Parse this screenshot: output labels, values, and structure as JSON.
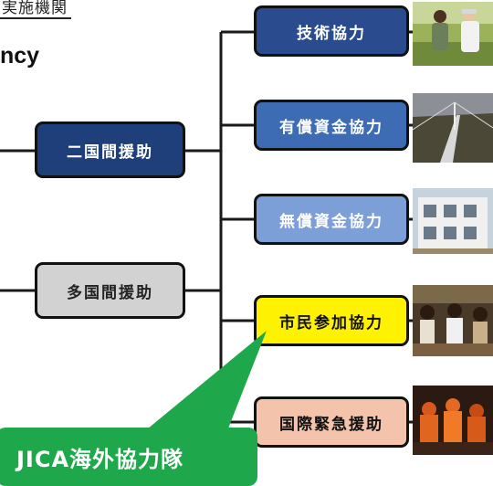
{
  "header": {
    "top_label": "実施機関",
    "agency_fragment": "ncy"
  },
  "center_nodes": {
    "bilateral": "二国間援助",
    "multilateral": "多国間援助"
  },
  "branches": [
    {
      "id": "technical",
      "label": "技術協力",
      "fill": "#2a4c8f",
      "text_color": "#ffffff"
    },
    {
      "id": "loan",
      "label": "有償資金協力",
      "fill": "#3d6cb5",
      "text_color": "#ffffff"
    },
    {
      "id": "grant",
      "label": "無償資金協力",
      "fill": "#7c9fd8",
      "text_color": "#ffffff"
    },
    {
      "id": "citizen",
      "label": "市民参加協力",
      "fill": "#fff200",
      "text_color": "#111111"
    },
    {
      "id": "emergency",
      "label": "国際緊急援助",
      "fill": "#f3c3ab",
      "text_color": "#111111"
    }
  ],
  "callout": {
    "label": "JICA海外協力隊",
    "color": "#1fa84b"
  },
  "colors": {
    "bilateral_fill": "#1f3f7a",
    "multilateral_fill": "#d2d2d2",
    "line": "#1a1a1a"
  }
}
